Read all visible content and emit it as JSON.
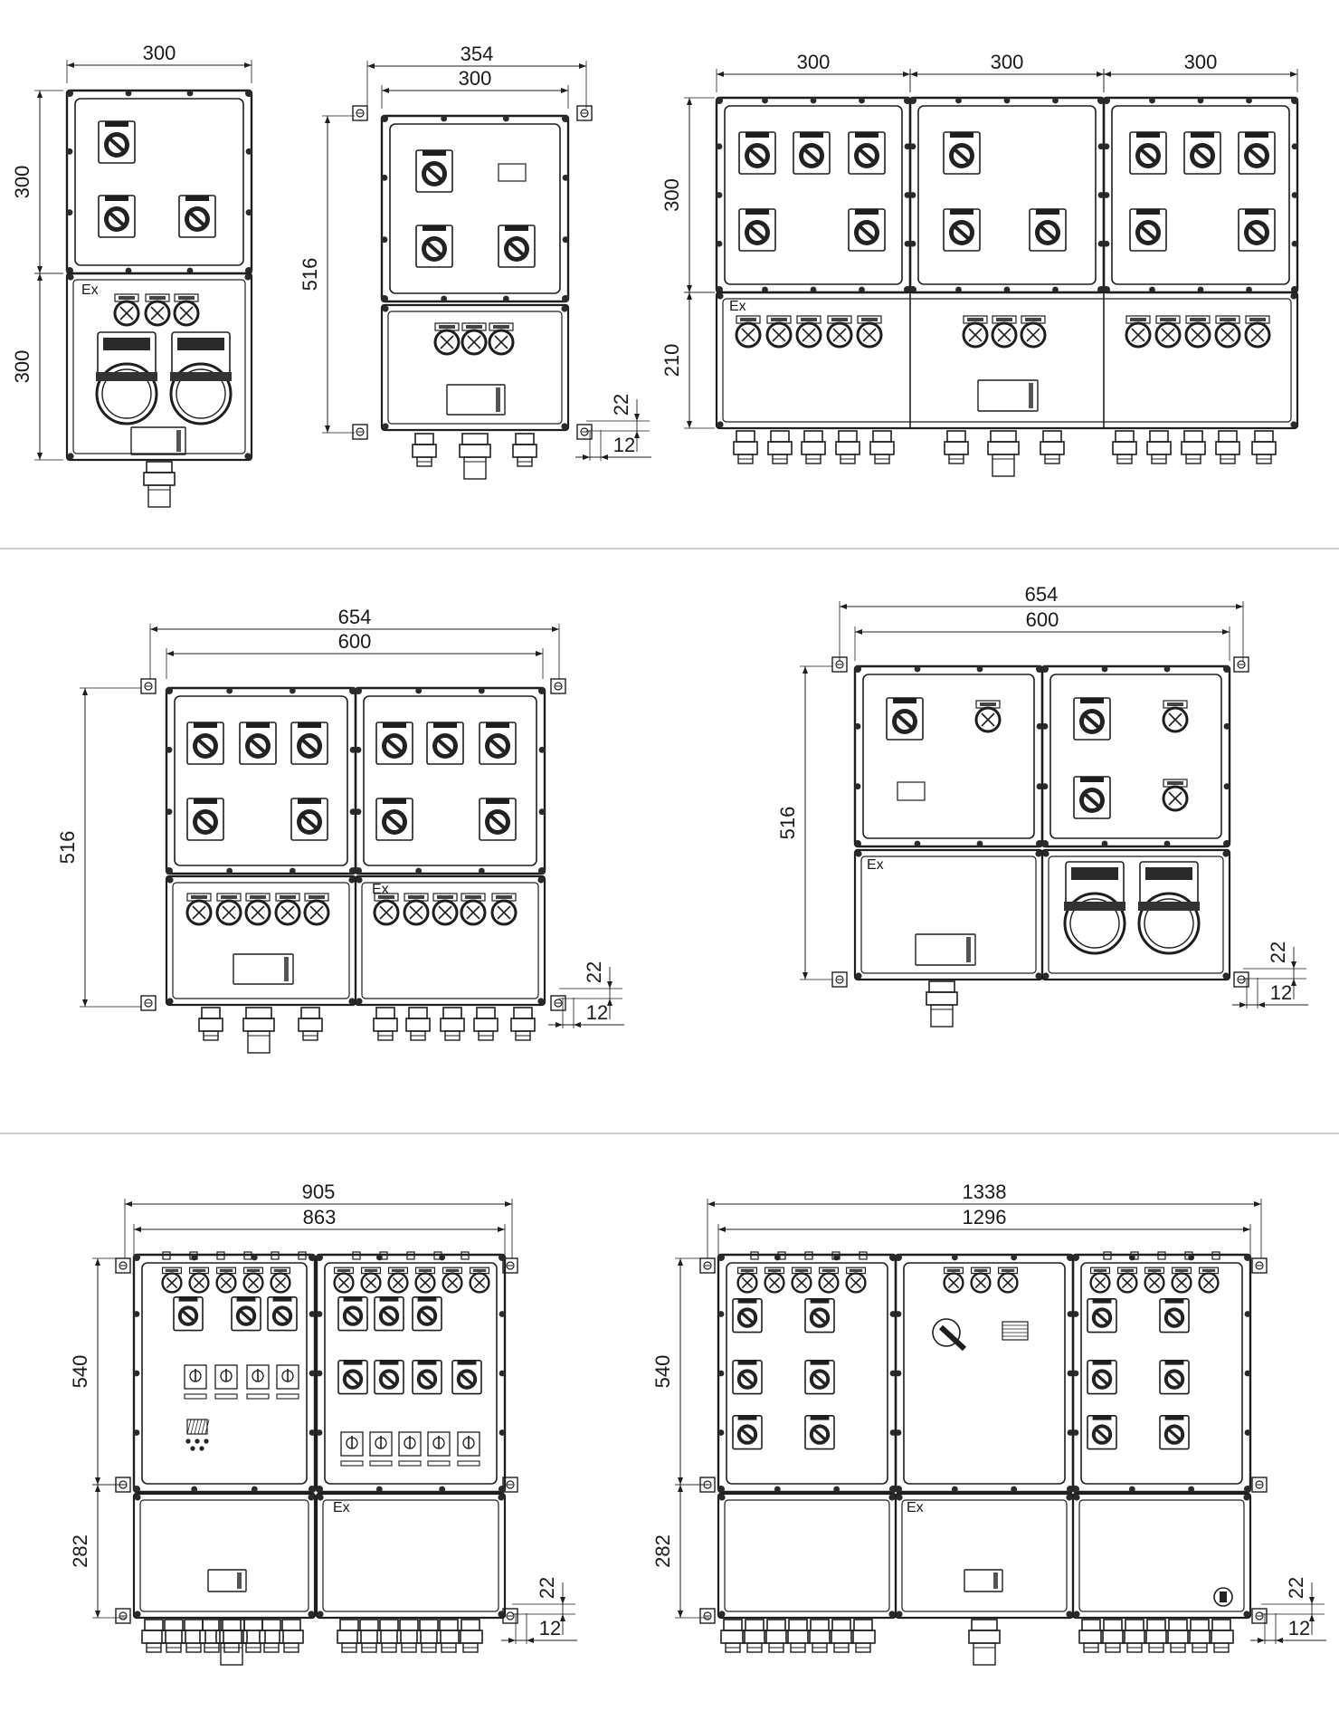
{
  "ex_label": "Ex",
  "drawings": [
    {
      "name": "drawing-1",
      "dims": {
        "width_top": "300",
        "height_upper": "300",
        "height_lower": "300"
      }
    },
    {
      "name": "drawing-2",
      "dims": {
        "overall_width": "354",
        "inner_width": "300",
        "overall_height": "516",
        "offset_vertical": "22",
        "offset_horizontal": "12"
      }
    },
    {
      "name": "drawing-3",
      "dims": {
        "width_a": "300",
        "width_b": "300",
        "width_c": "300",
        "height_upper": "300",
        "height_lower": "210"
      }
    },
    {
      "name": "drawing-4",
      "dims": {
        "overall_width": "654",
        "inner_width": "600",
        "overall_height": "516",
        "offset_vertical": "22",
        "offset_horizontal": "12"
      }
    },
    {
      "name": "drawing-5",
      "dims": {
        "overall_width": "654",
        "inner_width": "600",
        "overall_height": "516",
        "offset_vertical": "22",
        "offset_horizontal": "12"
      }
    },
    {
      "name": "drawing-6",
      "dims": {
        "overall_width": "905",
        "inner_width": "863",
        "height_upper": "540",
        "height_lower": "282",
        "offset_vertical": "22",
        "offset_horizontal": "12"
      }
    },
    {
      "name": "drawing-7",
      "dims": {
        "overall_width": "1338",
        "inner_width": "1296",
        "height_upper": "540",
        "height_lower": "282",
        "offset_vertical": "22",
        "offset_horizontal": "12"
      }
    }
  ]
}
